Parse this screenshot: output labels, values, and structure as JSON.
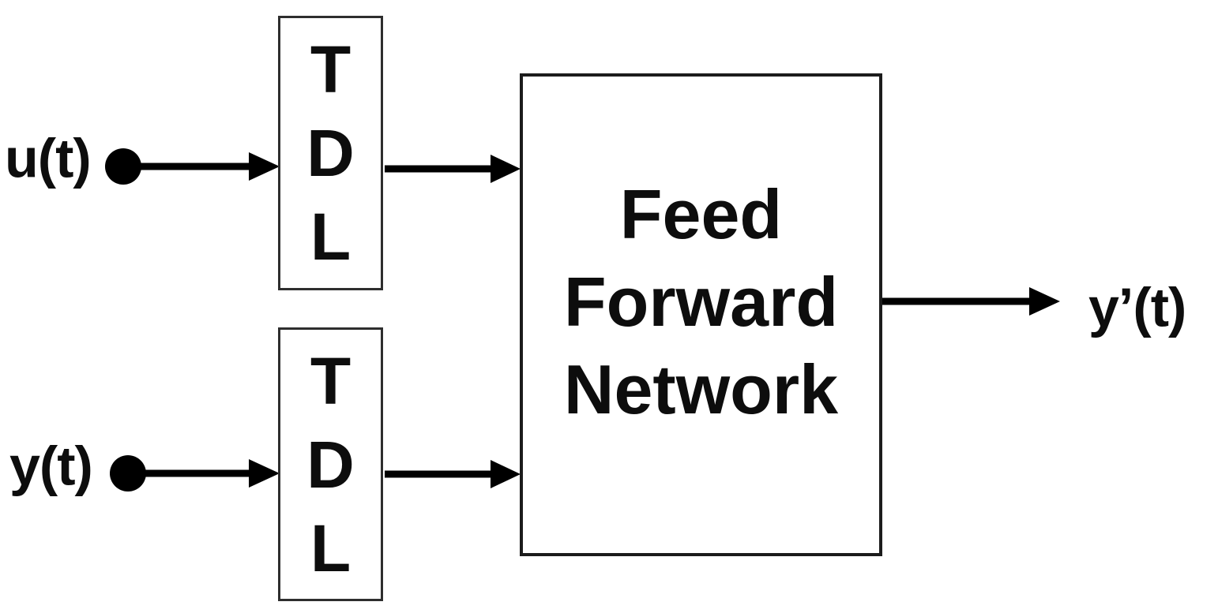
{
  "diagram": {
    "title": "tapped-delay-line feed forward network block diagram",
    "background_color": "#ffffff",
    "ink_color": "#000000",
    "box_border_color": "#2e2e2e",
    "inputs": [
      {
        "label": "u(t)"
      },
      {
        "label": "y(t)"
      }
    ],
    "output": {
      "label": "y’(t)"
    },
    "tdl_boxes": [
      {
        "letters": [
          "T",
          "D",
          "L"
        ]
      },
      {
        "letters": [
          "T",
          "D",
          "L"
        ]
      }
    ],
    "feed_forward_box": {
      "lines": [
        "Feed",
        "Forward",
        "Network"
      ]
    }
  }
}
